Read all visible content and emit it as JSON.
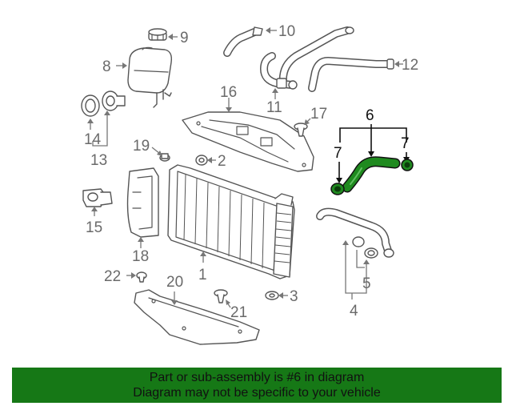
{
  "diagram": {
    "callouts": {
      "c1": "1",
      "c2": "2",
      "c3": "3",
      "c4": "4",
      "c5": "5",
      "c6": "6",
      "c7a": "7",
      "c7b": "7",
      "c8": "8",
      "c9": "9",
      "c10": "10",
      "c11": "11",
      "c12": "12",
      "c13": "13",
      "c14": "14",
      "c15": "15",
      "c16": "16",
      "c17": "17",
      "c18": "18",
      "c19": "19",
      "c20": "20",
      "c21": "21",
      "c22": "22"
    },
    "highlight_color": "#1f8a1f"
  },
  "banner": {
    "line1": "Part or sub-assembly is #6 in diagram",
    "line2": "Diagram may not be specific to your vehicle",
    "color": "#167816"
  }
}
